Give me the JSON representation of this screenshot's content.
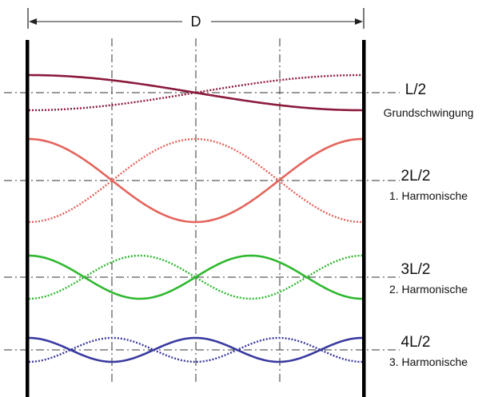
{
  "dimension": {
    "label": "D"
  },
  "modes": [
    {
      "key": "fundamental",
      "label": "L/2",
      "name": "Grundschwingung",
      "half_waves": 1,
      "color": "#8b1a3c"
    },
    {
      "key": "first-harmonic",
      "label": "2L/2",
      "name": "1. Harmonische",
      "half_waves": 2,
      "color": "#e4645c"
    },
    {
      "key": "second-harmonic",
      "label": "3L/2",
      "name": "2. Harmonische",
      "half_waves": 3,
      "color": "#2fb82f"
    },
    {
      "key": "third-harmonic",
      "label": "4L/2",
      "name": "3. Harmonische",
      "half_waves": 4,
      "color": "#3a3aa0"
    }
  ],
  "colors": {
    "walls": "#000000",
    "axes": "#333333"
  }
}
